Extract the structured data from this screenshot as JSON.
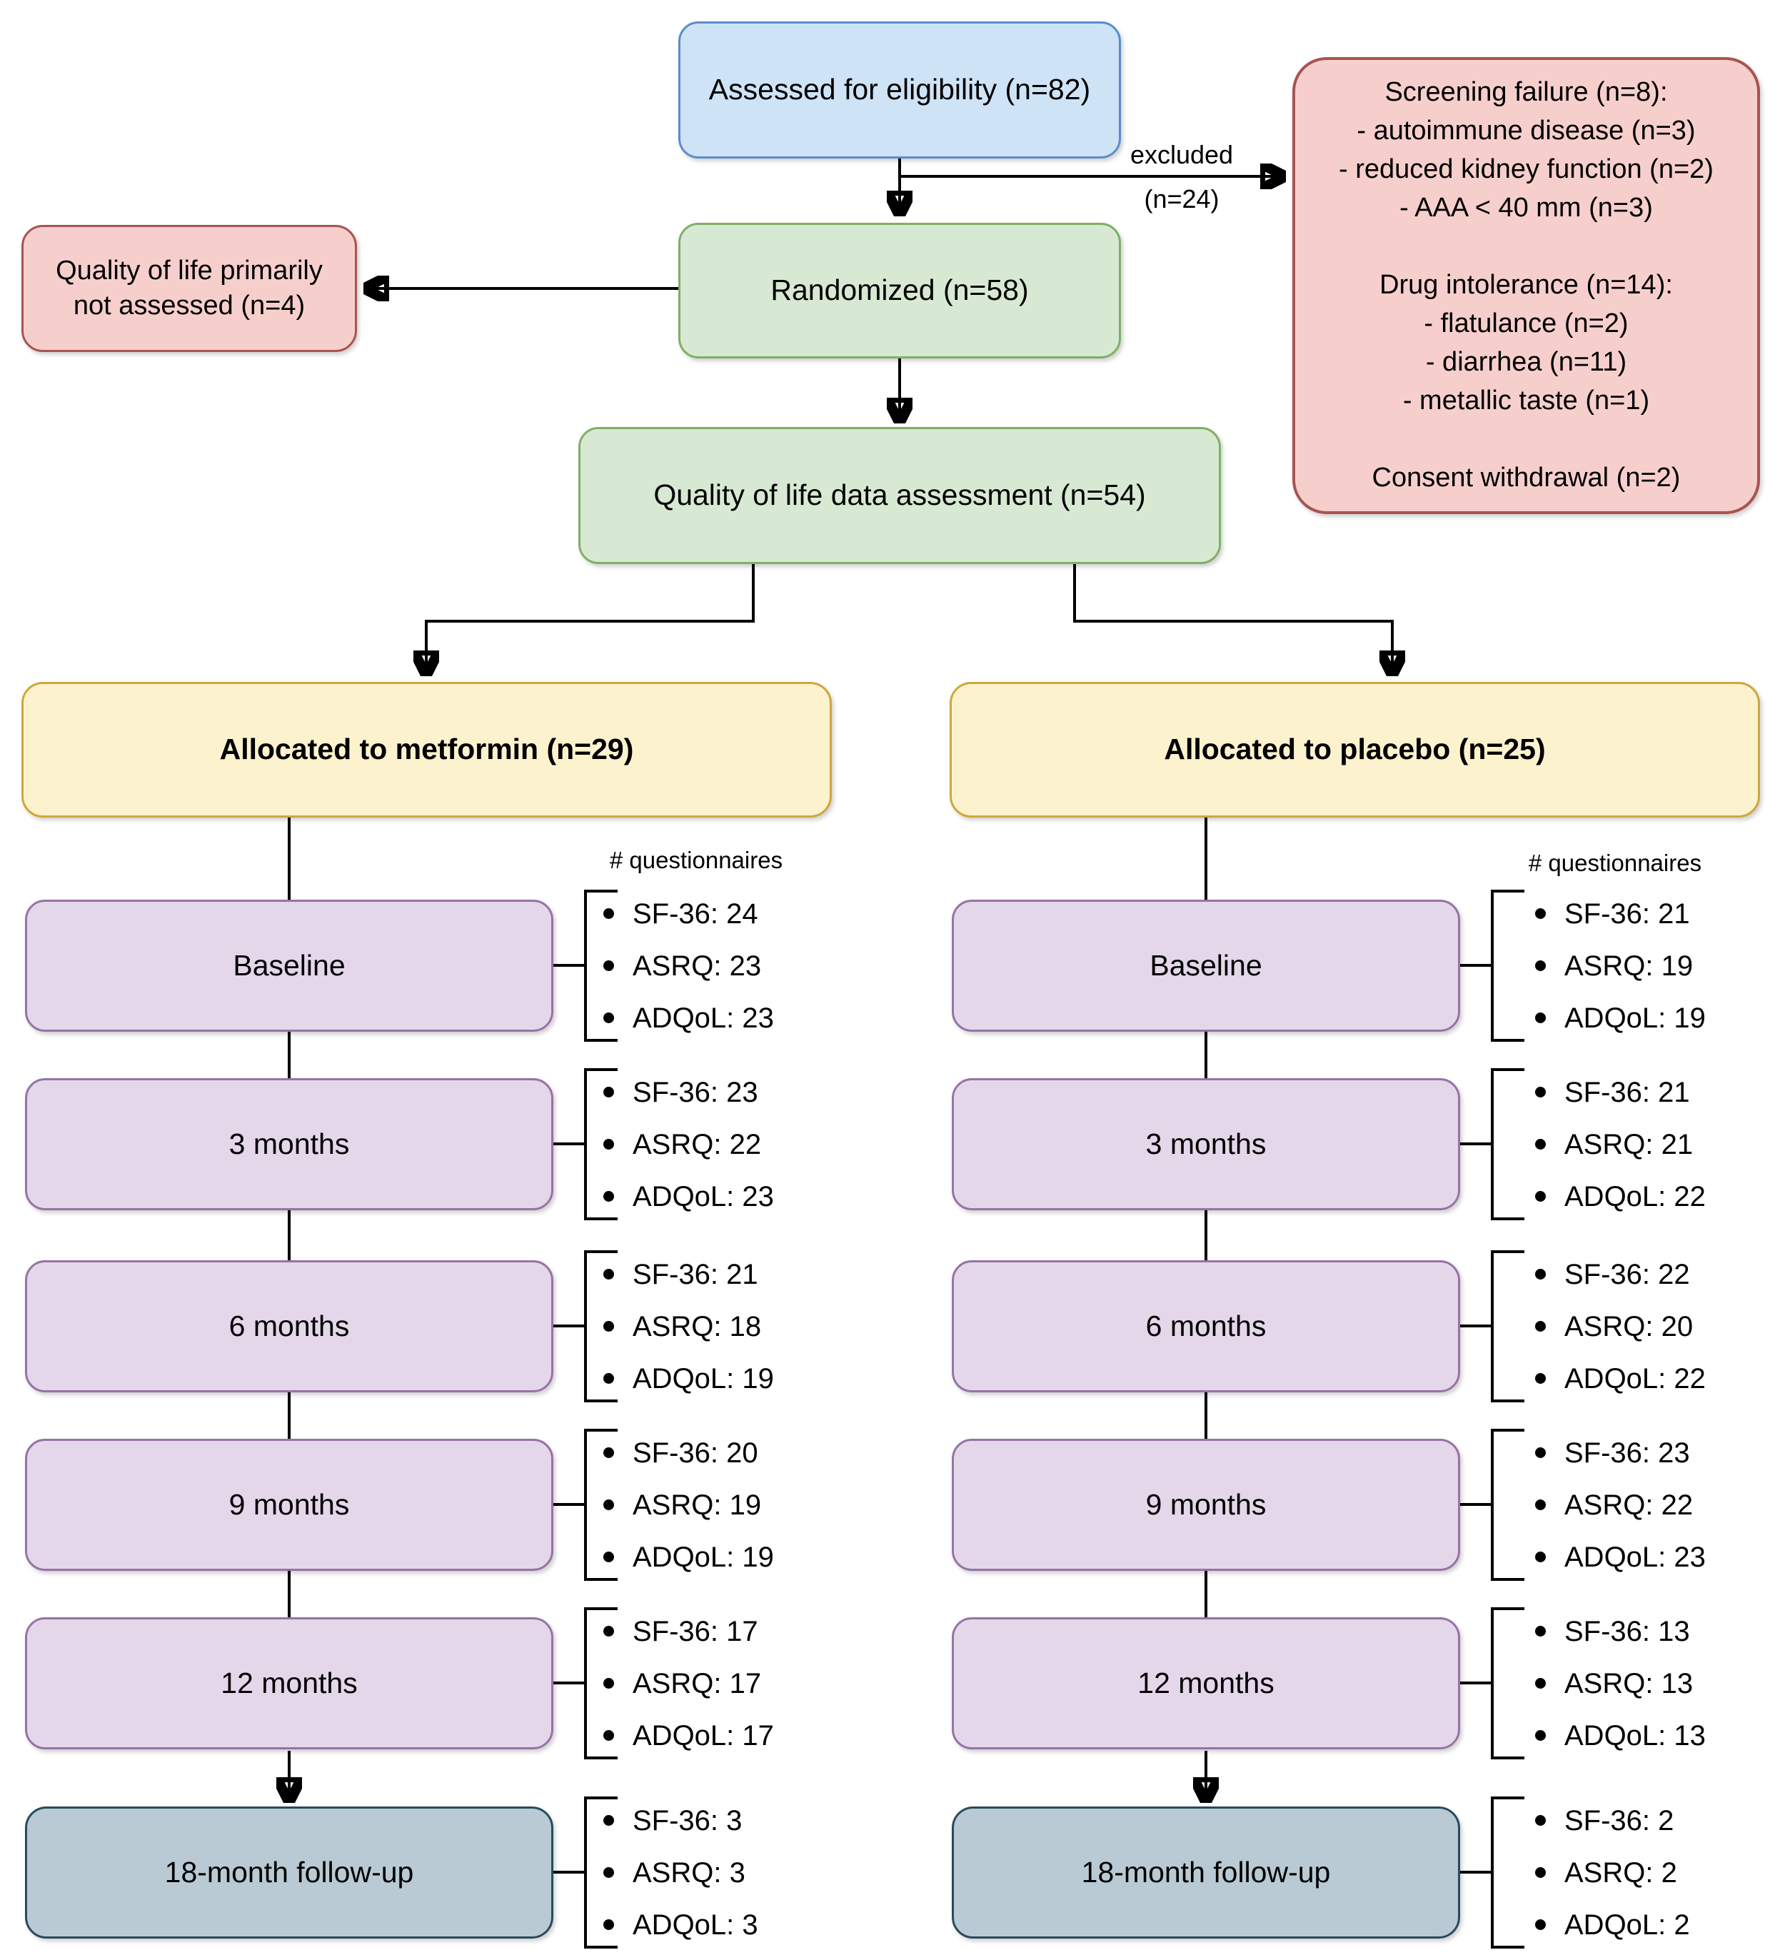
{
  "diagram": {
    "type": "participant-flow-diagram",
    "top": {
      "eligibility_label": "Assessed for eligibility (n=82)",
      "excluded_label_line1": "excluded",
      "excluded_label_line2": "(n=24)",
      "screening_failure_lines": [
        "Screening failure (n=8):",
        "- autoimmune disease (n=3)",
        "- reduced kidney function (n=2)",
        "- AAA < 40 mm (n=3)",
        "",
        "Drug intolerance (n=14):",
        "- flatulance (n=2)",
        "- diarrhea (n=11)",
        "- metallic taste (n=1)",
        "",
        "Consent withdrawal (n=2)"
      ],
      "randomized_label": "Randomized (n=58)",
      "qol_not_assessed_lines": [
        "Quality of life primarily",
        "not assessed (n=4)"
      ],
      "qol_assessment_label": "Quality of life data assessment (n=54)"
    },
    "arms": [
      {
        "name": "metformin",
        "allocation_label": "Allocated to metformin (n=29)",
        "questionnaires_header": "# questionnaires",
        "timepoints": [
          {
            "label": "Baseline",
            "items": [
              "SF-36: 24",
              "ASRQ: 23",
              "ADQoL: 23"
            ]
          },
          {
            "label": "3 months",
            "items": [
              "SF-36: 23",
              "ASRQ: 22",
              "ADQoL: 23"
            ]
          },
          {
            "label": "6 months",
            "items": [
              "SF-36: 21",
              "ASRQ: 18",
              "ADQoL: 19"
            ]
          },
          {
            "label": "9 months",
            "items": [
              "SF-36: 20",
              "ASRQ: 19",
              "ADQoL: 19"
            ]
          },
          {
            "label": "12 months",
            "items": [
              "SF-36: 17",
              "ASRQ: 17",
              "ADQoL: 17"
            ]
          },
          {
            "label": "18-month follow-up",
            "items": [
              "SF-36: 3",
              "ASRQ: 3",
              "ADQoL: 3"
            ]
          }
        ]
      },
      {
        "name": "placebo",
        "allocation_label": "Allocated to placebo (n=25)",
        "questionnaires_header": "# questionnaires",
        "timepoints": [
          {
            "label": "Baseline",
            "items": [
              "SF-36: 21",
              "ASRQ: 19",
              "ADQoL: 19"
            ]
          },
          {
            "label": "3 months",
            "items": [
              "SF-36: 21",
              "ASRQ: 21",
              "ADQoL: 22"
            ]
          },
          {
            "label": "6 months",
            "items": [
              "SF-36: 22",
              "ASRQ: 20",
              "ADQoL: 22"
            ]
          },
          {
            "label": "9 months",
            "items": [
              "SF-36: 23",
              "ASRQ: 22",
              "ADQoL: 23"
            ]
          },
          {
            "label": "12 months",
            "items": [
              "SF-36: 13",
              "ASRQ: 13",
              "ADQoL: 13"
            ]
          },
          {
            "label": "18-month follow-up",
            "items": [
              "SF-36: 2",
              "ASRQ: 2",
              "ADQoL: 2"
            ]
          }
        ]
      }
    ],
    "colors": {
      "eligibility_fill": "#cfe3f7",
      "eligibility_border": "#5b8dc9",
      "randomized_fill": "#d7e9d3",
      "randomized_border": "#7fb065",
      "exclusion_fill": "#f6cfcd",
      "exclusion_border": "#a85450",
      "allocation_fill": "#fcf2cd",
      "allocation_border": "#cfa63d",
      "timepoint_fill": "#e4d7ea",
      "timepoint_border": "#9673a6",
      "followup_fill": "#b9cad4",
      "followup_border": "#274b5d",
      "line": "#000000"
    }
  }
}
